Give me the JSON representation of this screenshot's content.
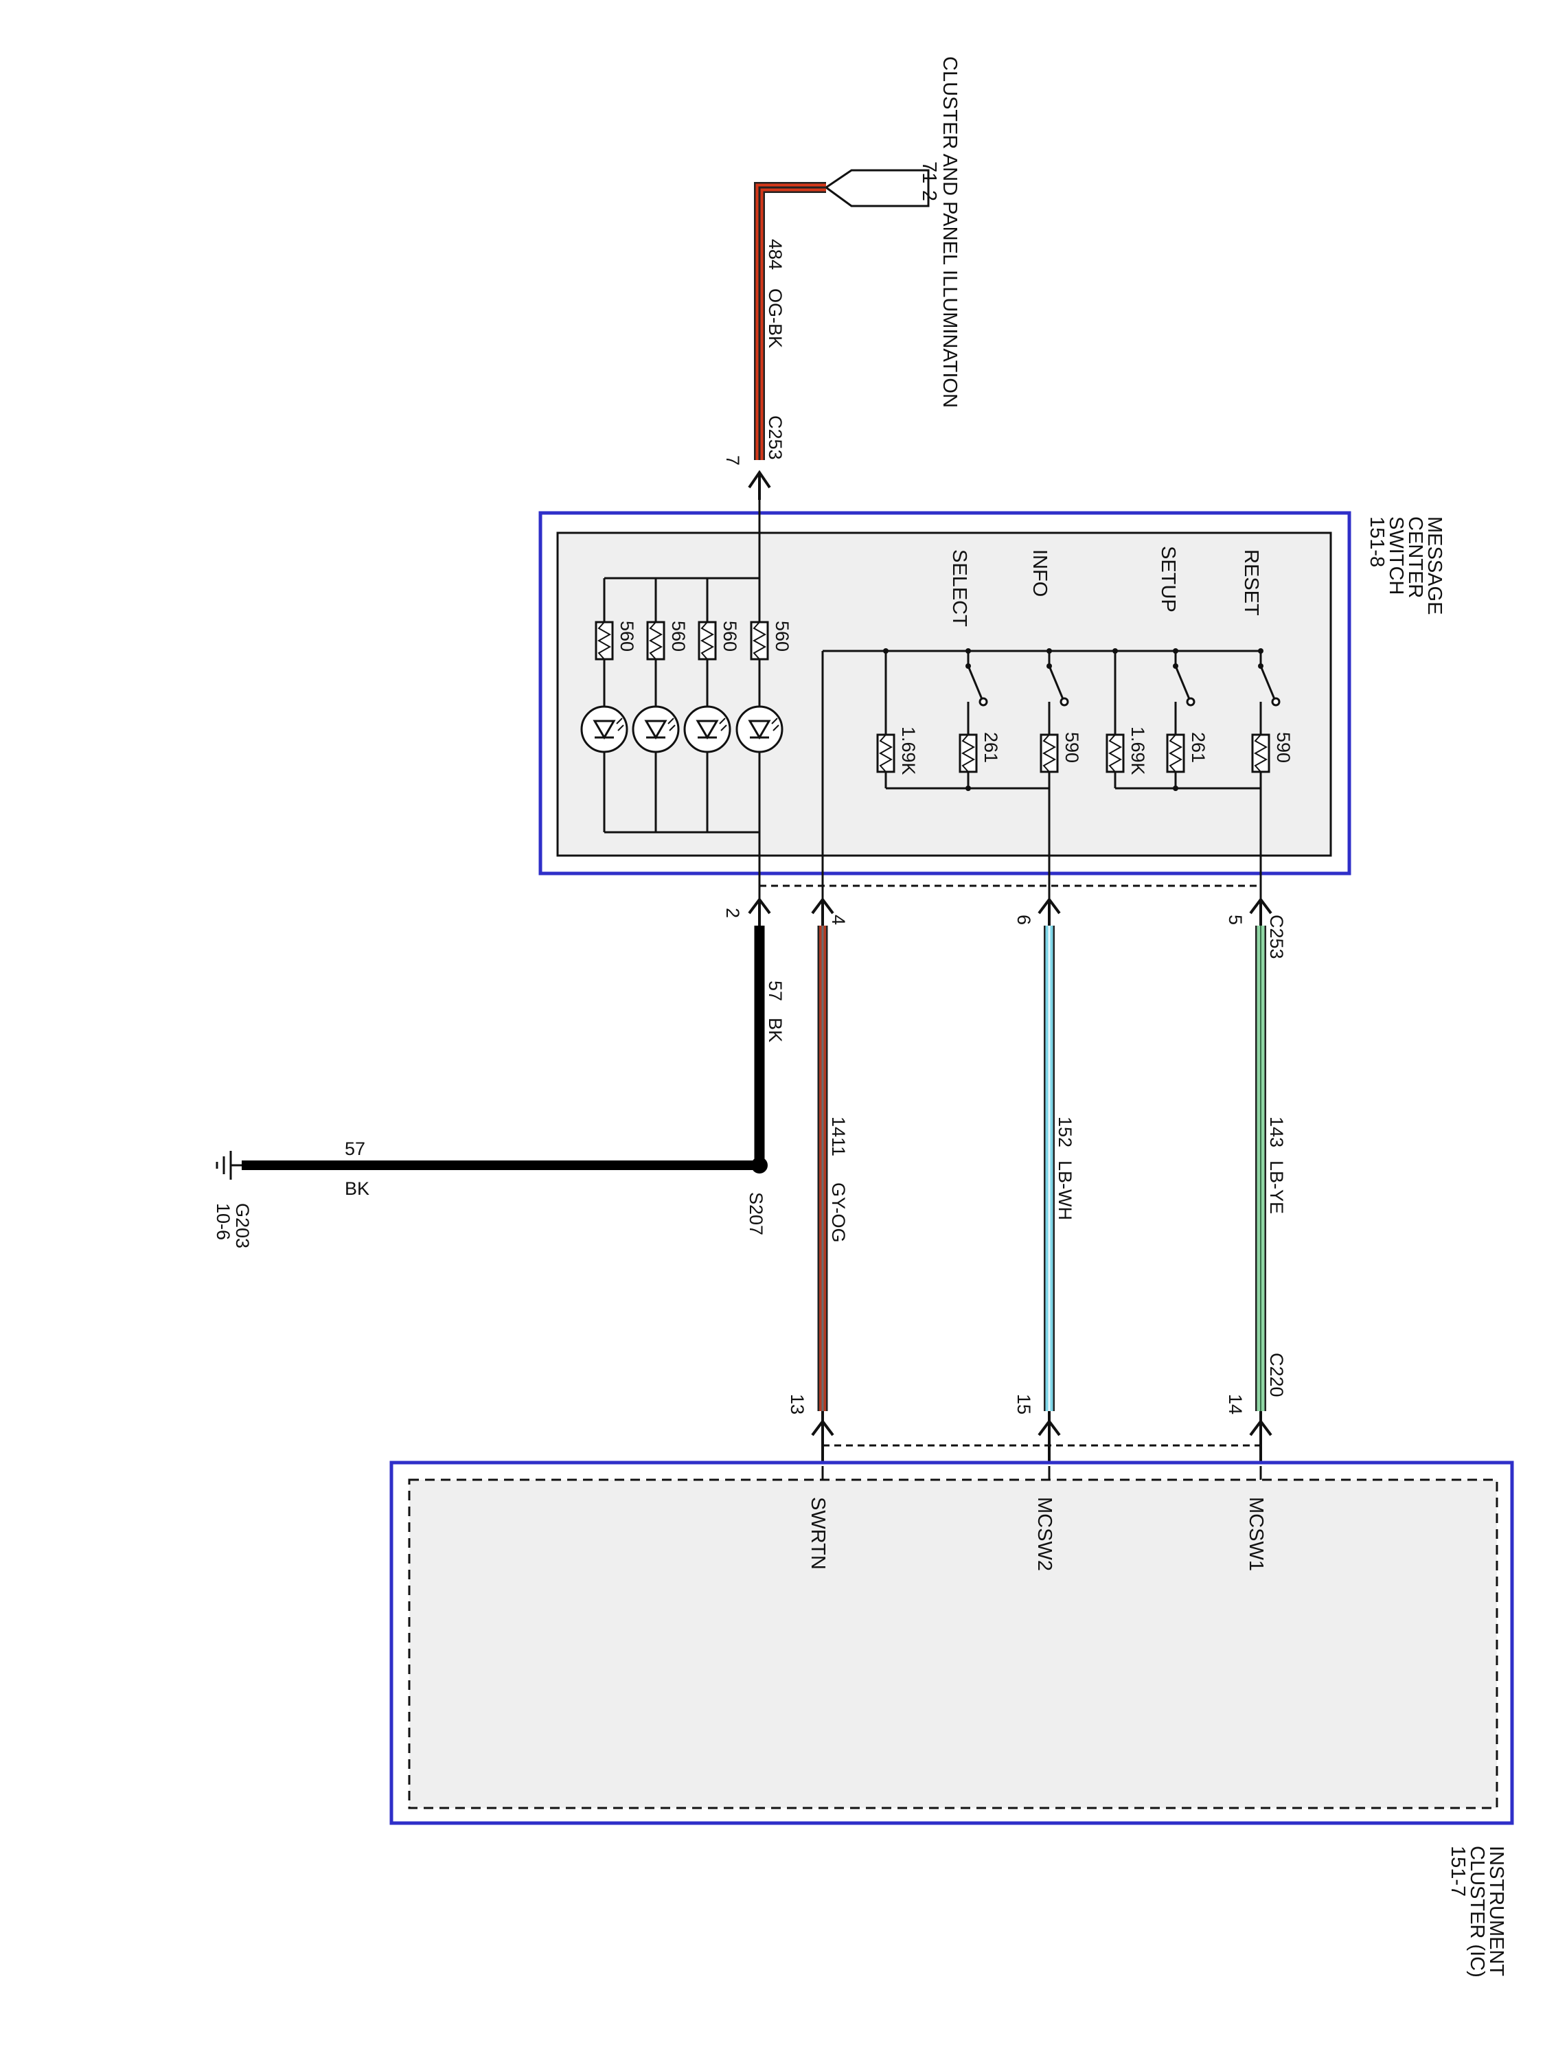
{
  "colors": {
    "module_border": "#2f2fc8",
    "module_fill": "#efefef",
    "wire_og_bk": "#d4381a",
    "wire_gy_og": "#b23a22",
    "wire_lb_wh": "#7ed6e8",
    "wire_lb_ye": "#8fd6a4",
    "wire_bk": "#000000"
  },
  "components": {
    "illumination": {
      "name": "CLUSTER AND PANEL ILLUMINATION",
      "ref": "71-2"
    },
    "switch": {
      "name_line1": "MESSAGE",
      "name_line2": "CENTER",
      "name_line3": "SWITCH",
      "ref": "151-8"
    },
    "cluster": {
      "name_line1": "INSTRUMENT",
      "name_line2": "CLUSTER (IC)",
      "ref": "151-7"
    },
    "ground": {
      "name": "G203",
      "ref": "10-6"
    },
    "splice": {
      "name": "S207"
    }
  },
  "switches": [
    {
      "label": "RESET",
      "resistors": [
        "590"
      ]
    },
    {
      "label": "SETUP",
      "resistors": [
        "261",
        "1.69K"
      ]
    },
    {
      "label": "INFO",
      "resistors": [
        "590"
      ]
    },
    {
      "label": "SELECT",
      "resistors": [
        "261",
        "1.69K"
      ]
    }
  ],
  "led_resistors": [
    "560",
    "560",
    "560",
    "560"
  ],
  "connectors": {
    "top_connector": "C253",
    "top_pin": "7",
    "switch_connector": "C253",
    "cluster_connector": "C220"
  },
  "circuits": [
    {
      "number": "484",
      "color": "OG-BK"
    },
    {
      "number": "143",
      "color": "LB-YE",
      "switch_pin": "5",
      "cluster_pin": "14",
      "cluster_signal": "MCSW1"
    },
    {
      "number": "152",
      "color": "LB-WH",
      "switch_pin": "6",
      "cluster_pin": "15",
      "cluster_signal": "MCSW2"
    },
    {
      "number": "1411",
      "color": "GY-OG",
      "switch_pin": "4",
      "cluster_pin": "13",
      "cluster_signal": "SWRTN"
    },
    {
      "number": "57",
      "color": "BK",
      "switch_pin": "2"
    },
    {
      "number": "57",
      "color": "BK"
    }
  ]
}
